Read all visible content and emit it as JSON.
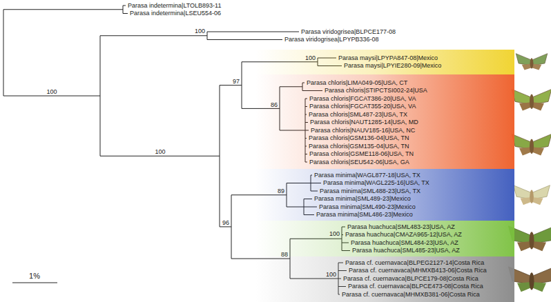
{
  "diagram": {
    "nodes": [
      {
        "text": [
          "Parasa maysi|LPYPA847-08|Mexico",
          "Parasa maysi|LPYIE280-09|Mexico"
        ]
      },
      {
        "text": [
          "Parasa chloris|LIMA049-05|USA, CT",
          "Parasa chloris|STIPCTSI002-24|USA",
          "Parasa chloris|FGCAT386-20|USA, VA",
          "Parasa chloris|FGCAT355-20|USA, VA",
          "Parasa chloris|SML487-23|USA, TX",
          "Parasa chloris|NAUT1285-14|USA, MD",
          "Parasa chloris|NAUV185-16|USA, NC",
          "Parasa chloris|GSM136-04|USA, TN",
          "Parasa chloris|GSM135-04|USA, TN",
          "Parasa chloris|GSME118-06|USA, TN",
          "Parasa chloris|SEU542-06|USA, GA"
        ]
      },
      {
        "text": [
          "Parasa minima|WAGL877-18|USA, TX",
          "Parasa minima|WAGL225-16|USA, TX",
          "Parasa minima|SML488-23|USA, TX",
          "Parasa minima|SML489-23|Mexico",
          "Parasa minima|SML490-23|Mexico",
          "Parasa minima|SML486-23|Mexico"
        ]
      },
      {
        "text": [
          "Parasa huachuca|SML483-23|USA, AZ",
          "Parasa huachuca|CMAZA965-12|USA, AZ",
          "Parasa huachuca|SML484-23|USA, AZ",
          "Parasa huachuca|SML485-23|USA, AZ"
        ]
      },
      {
        "text": [
          "Parasa cf. cuernavaca|BLPEG2127-14|Costa Rica",
          "Parasa cf. cuernavaca|MHMXB413-06|Costa Rica",
          "Parasa cf. cuernavaca|BLPCE179-08|Costa Rica",
          "Parasa cf. cuernavaca|BLPCE473-08|Costa Rica",
          "Parasa cf. cuernavaca|MHMXB381-06|Costa Rica"
        ]
      }
    ],
    "labels": [
      "Parasa indetermina|LTOLB893-11",
      "Parasa indetermina|LSEU554-06",
      "100",
      "Parasa viridogrisea|BLPCE177-08",
      "Parasa viridogrisea|LPYPB336-08",
      "100",
      "100",
      "97",
      "86",
      "100",
      "89",
      "96",
      "88",
      "100",
      "100",
      "1%"
    ]
  }
}
